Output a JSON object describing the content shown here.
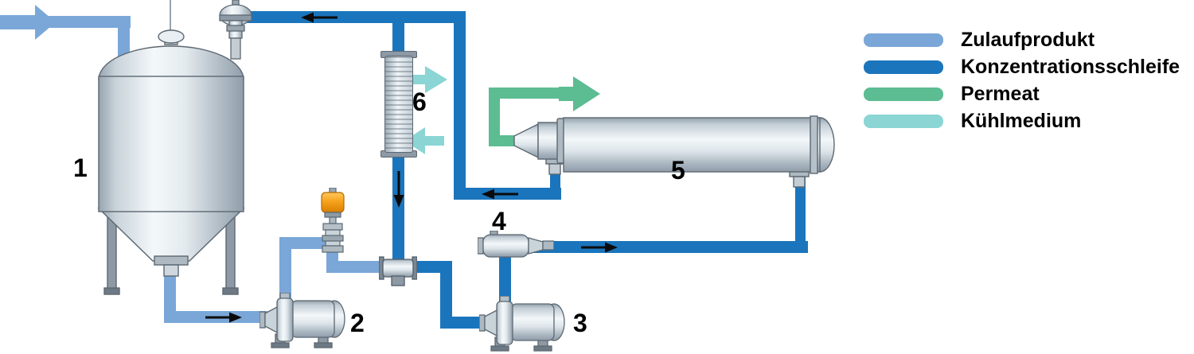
{
  "labels": {
    "tank": "1",
    "feed_pump": "2",
    "loop_pump": "3",
    "inline_valve": "4",
    "membrane_module": "5",
    "heat_exchanger": "6"
  },
  "legend": {
    "items": [
      {
        "label": "Zulaufprodukt",
        "color": "#7aa7d8"
      },
      {
        "label": "Konzentrationsschleife",
        "color": "#1b75bc"
      },
      {
        "label": "Permeat",
        "color": "#5cbc92"
      },
      {
        "label": "Kühlmedium",
        "color": "#8bd5d5"
      }
    ]
  },
  "colors": {
    "feed_line": "#7aa7d8",
    "concentration_loop": "#1b75bc",
    "permeate_line": "#5cbc92",
    "cooling_line": "#8bd5d5",
    "flow_arrow": "#0b0b0b",
    "control_valve_actuator": "#f6a21c"
  },
  "equipment_icons": {
    "tank": "storage-tank-icon",
    "feed_pump": "centrifugal-pump-icon",
    "loop_pump": "centrifugal-pump-icon",
    "inline_valve": "inline-valve-icon",
    "membrane_module": "membrane-module-icon",
    "heat_exchanger": "heat-exchanger-icon",
    "control_valve": "control-valve-icon",
    "pressure_valve": "pressure-relief-valve-icon",
    "tee": "tee-fitting-icon"
  },
  "flow_arrows": {
    "feed_inlet": "right",
    "tank_outlet": "right",
    "loop_to_module": "right",
    "module_return": "left",
    "top_return": "left",
    "heat_exchanger_branch": "down",
    "permeate_out": "right",
    "cooling_out": "right",
    "cooling_in": "left"
  }
}
